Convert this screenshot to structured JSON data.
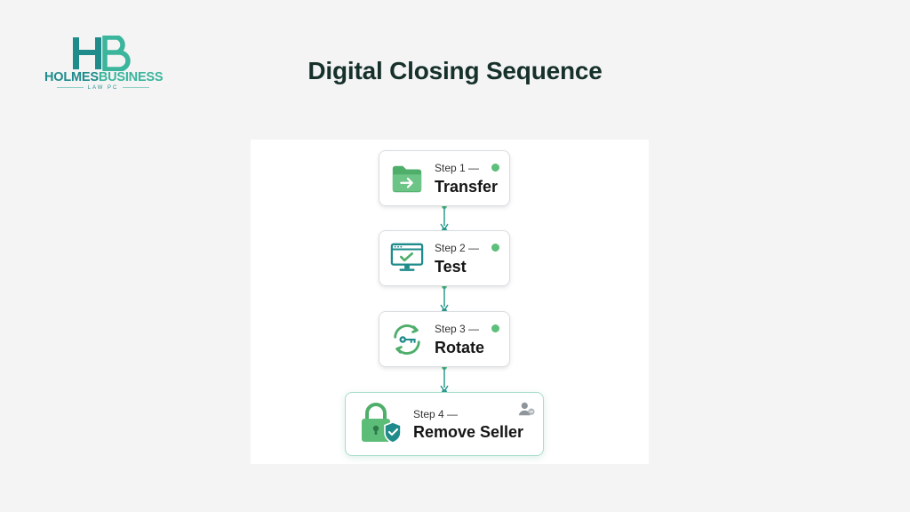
{
  "logo": {
    "name_part1": "HOLMES",
    "name_part2": "BUSINESS",
    "subtitle": "LAW PC",
    "initials": "HB"
  },
  "page": {
    "title": "Digital Closing Sequence"
  },
  "colors": {
    "teal": "#1f8b8b",
    "green": "#5cc07b",
    "accent_green": "#3bb59c",
    "connector": "#2a9a8e"
  },
  "steps": [
    {
      "label": "Step 1 —",
      "title": "Transfer",
      "icon": "folder-arrow-icon",
      "status": "status-dot"
    },
    {
      "label": "Step 2 —",
      "title": "Test",
      "icon": "monitor-check-icon",
      "status": "status-dot"
    },
    {
      "label": "Step 3 —",
      "title": "Rotate",
      "icon": "key-rotate-icon",
      "status": "status-dot"
    },
    {
      "label": "Step 4 —",
      "title": "Remove Seller",
      "icon": "lock-shield-icon",
      "status": "user-remove-icon"
    }
  ]
}
